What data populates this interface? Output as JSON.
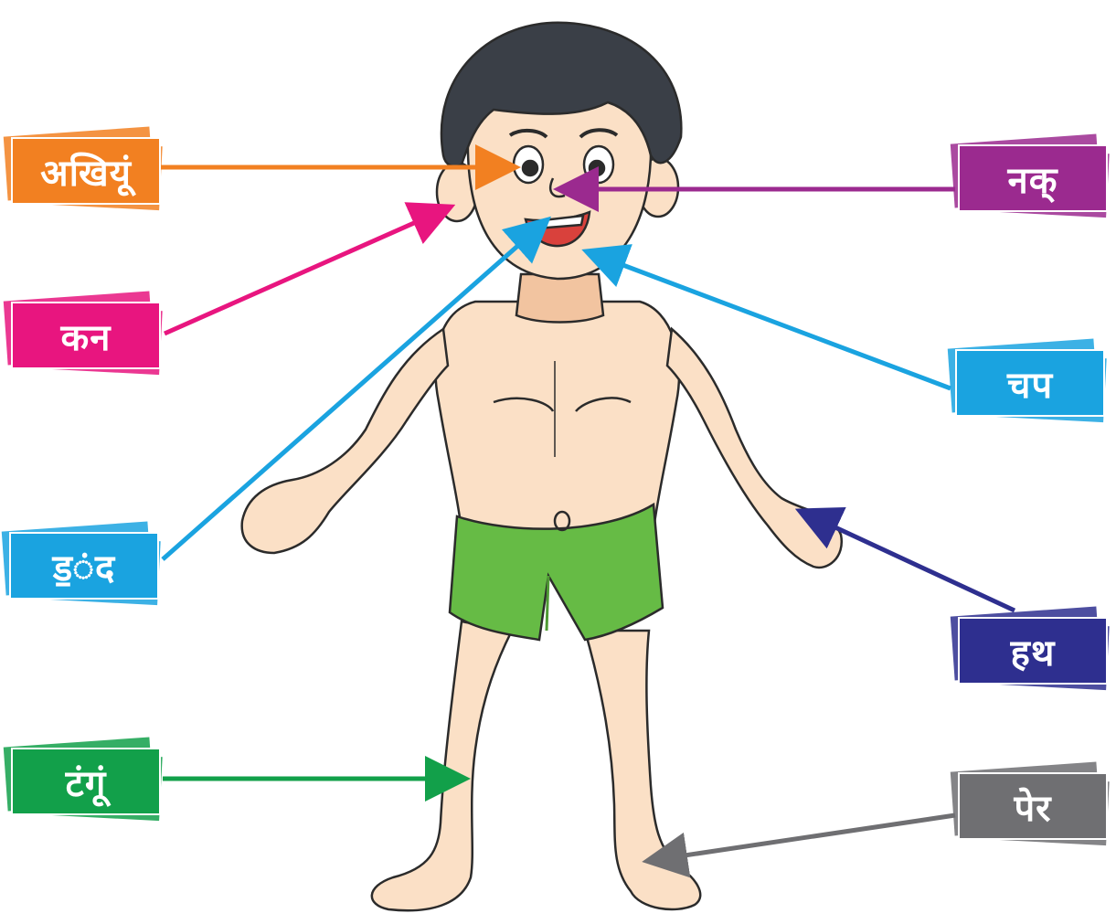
{
  "labels": [
    {
      "id": "eyes",
      "text": "अखियूं",
      "color": "#f28021",
      "side": "left"
    },
    {
      "id": "ear",
      "text": "कन",
      "color": "#e8157f",
      "side": "left"
    },
    {
      "id": "teeth",
      "text": "ड॒ंद",
      "color": "#1aa3e0",
      "side": "left"
    },
    {
      "id": "leg",
      "text": "टंगूं",
      "color": "#12a04a",
      "side": "left"
    },
    {
      "id": "nose",
      "text": "नक्‌",
      "color": "#9b2a8f",
      "side": "right"
    },
    {
      "id": "lips",
      "text": "चप",
      "color": "#1aa3e0",
      "side": "right"
    },
    {
      "id": "hand",
      "text": "हथ",
      "color": "#2e2f8f",
      "side": "right"
    },
    {
      "id": "foot",
      "text": "पेर",
      "color": "#6f6f72",
      "side": "right"
    }
  ],
  "colors": {
    "skin": "#fbe0c6",
    "skin_shadow": "#f2c4a0",
    "hair": "#3a3f47",
    "shorts": "#66bb45",
    "shorts_dark": "#4e9a33",
    "outline": "#2b2b2b",
    "mouth": "#d9413c"
  }
}
